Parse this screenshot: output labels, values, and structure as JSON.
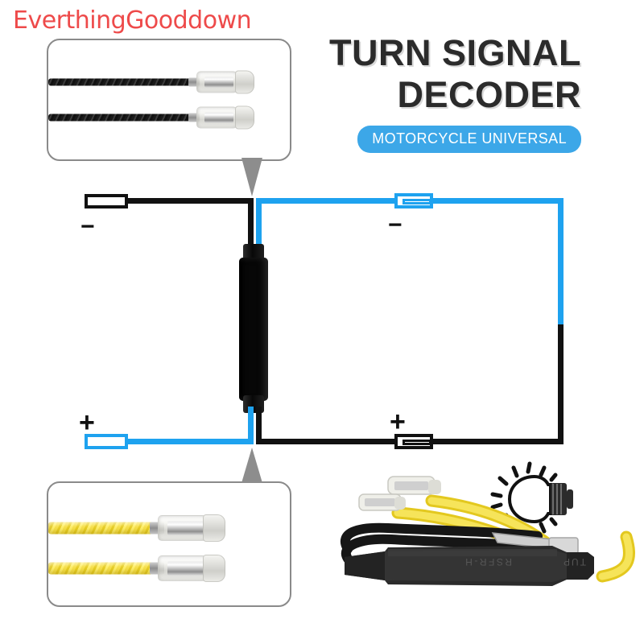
{
  "watermark": {
    "text": "EverthingGooddown",
    "color": "#ee4a4a"
  },
  "headline": {
    "line1": "TURN SIGNAL",
    "line2": "DECODER",
    "badge": "MOTORCYCLE UNIVERSAL",
    "badge_color": "#3ca7e8",
    "title_color": "#2b2b2b"
  },
  "photos": {
    "black_wire_card": {
      "name": "black wire pair with clear insulated female spade terminals",
      "wire_color": "#1c1c1c",
      "terminal_color": "#e8e8e4",
      "wire_count": 2
    },
    "yellow_wire_card": {
      "name": "yellow braided wire pair with clear insulated female spade terminals",
      "wire_color": "#f2d92f",
      "terminal_color": "#e8e8e4",
      "wire_count": 2
    },
    "product_photo": {
      "name": "turn signal decoder resistor module with black and yellow leads",
      "label_line1": "RSFR-H",
      "label_line2": "TUP",
      "body_color": "#2a2a2a",
      "black_lead_color": "#1a1a1a",
      "yellow_lead_color": "#f0d52c"
    }
  },
  "diagram": {
    "black_color": "#111111",
    "blue_color": "#1ea2ef",
    "module_color": "#070707",
    "terminals": [
      {
        "id": "top-left",
        "sign": "−",
        "color": "black",
        "side": "left",
        "position": "top"
      },
      {
        "id": "bottom-left",
        "sign": "+",
        "color": "blue",
        "side": "left",
        "position": "bottom"
      },
      {
        "id": "top-right",
        "sign": "−",
        "color": "blue",
        "side": "right",
        "position": "top"
      },
      {
        "id": "bottom-right",
        "sign": "+",
        "color": "black",
        "side": "right",
        "position": "bottom"
      }
    ],
    "bulb": {
      "name": "turn signal lamp",
      "rays": 12
    },
    "module": {
      "name": "decoder module"
    }
  }
}
